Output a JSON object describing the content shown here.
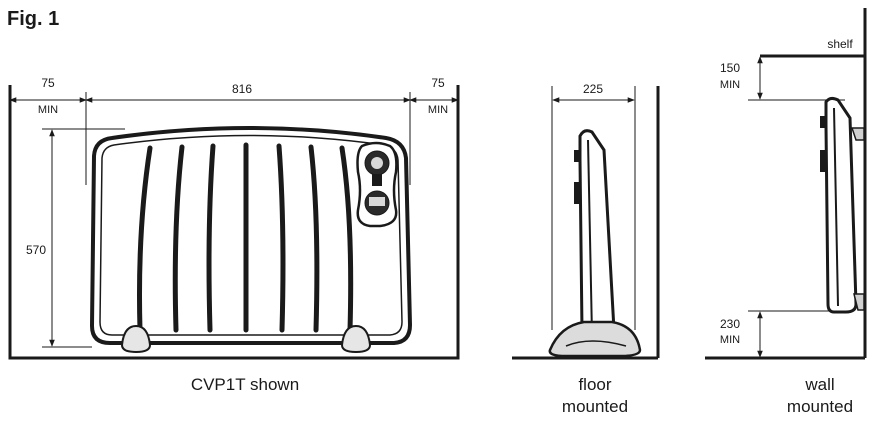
{
  "figure": {
    "title": "Fig. 1"
  },
  "front_view": {
    "dimensions": {
      "left_clearance_value": "75",
      "left_clearance_unit": "MIN",
      "width": "816",
      "right_clearance_value": "75",
      "right_clearance_unit": "MIN",
      "height": "570"
    },
    "caption": "CVP1T shown"
  },
  "floor_view": {
    "dimensions": {
      "depth": "225"
    },
    "caption_line1": "floor",
    "caption_line2": "mounted"
  },
  "wall_view": {
    "shelf_label": "shelf",
    "dimensions": {
      "top_clearance_value": "150",
      "top_clearance_unit": "MIN",
      "bottom_clearance_value": "230",
      "bottom_clearance_unit": "MIN"
    },
    "caption_line1": "wall",
    "caption_line2": "mounted"
  }
}
